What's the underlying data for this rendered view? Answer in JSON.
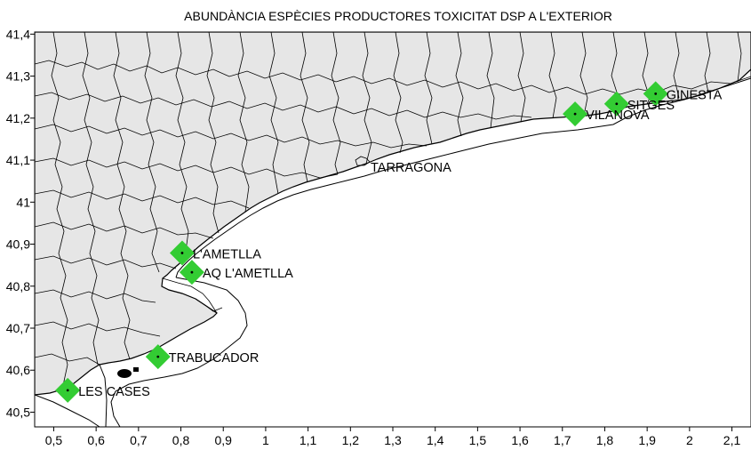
{
  "map": {
    "title": "ABUNDÀNCIA ESPÈCIES PRODUCTORES TOXICITAT DSP A L'EXTERIOR",
    "land_color": "#e6e6e6",
    "sea_color": "#ffffff",
    "marker_color": "#33cc33",
    "x_ticks": [
      "0,5",
      "0,6",
      "0,7",
      "0,8",
      "0,9",
      "1",
      "1,1",
      "1,2",
      "1,3",
      "1,4",
      "1,5",
      "1,6",
      "1,7",
      "1,8",
      "1,9",
      "2",
      "2,1"
    ],
    "y_ticks": [
      "41,4",
      "41,3",
      "41,2",
      "41,1",
      "41",
      "40,9",
      "40,8",
      "40,7",
      "40,6",
      "40,5"
    ],
    "x_tick_values": [
      0.5,
      0.6,
      0.7,
      0.8,
      0.9,
      1.0,
      1.1,
      1.2,
      1.3,
      1.4,
      1.5,
      1.6,
      1.7,
      1.8,
      1.9,
      2.0,
      2.1
    ],
    "y_tick_values": [
      41.4,
      41.3,
      41.2,
      41.1,
      41.0,
      40.9,
      40.8,
      40.7,
      40.6,
      40.5
    ],
    "x_range": [
      0.455,
      2.145
    ],
    "y_range": [
      40.465,
      41.405
    ],
    "city_label": "TARRAGONA",
    "stations": [
      {
        "name": "GINESTA",
        "lon": 1.92,
        "lat": 41.258
      },
      {
        "name": "SITGES",
        "lon": 1.828,
        "lat": 41.234
      },
      {
        "name": "VILANOVA",
        "lon": 1.73,
        "lat": 41.21
      },
      {
        "name": "L'AMETLLA",
        "lon": 0.803,
        "lat": 40.879
      },
      {
        "name": "AQ L'AMETLLA",
        "lon": 0.826,
        "lat": 40.833
      },
      {
        "name": "TRABUCADOR",
        "lon": 0.746,
        "lat": 40.632
      },
      {
        "name": "LES CASES",
        "lon": 0.533,
        "lat": 40.552
      }
    ]
  }
}
